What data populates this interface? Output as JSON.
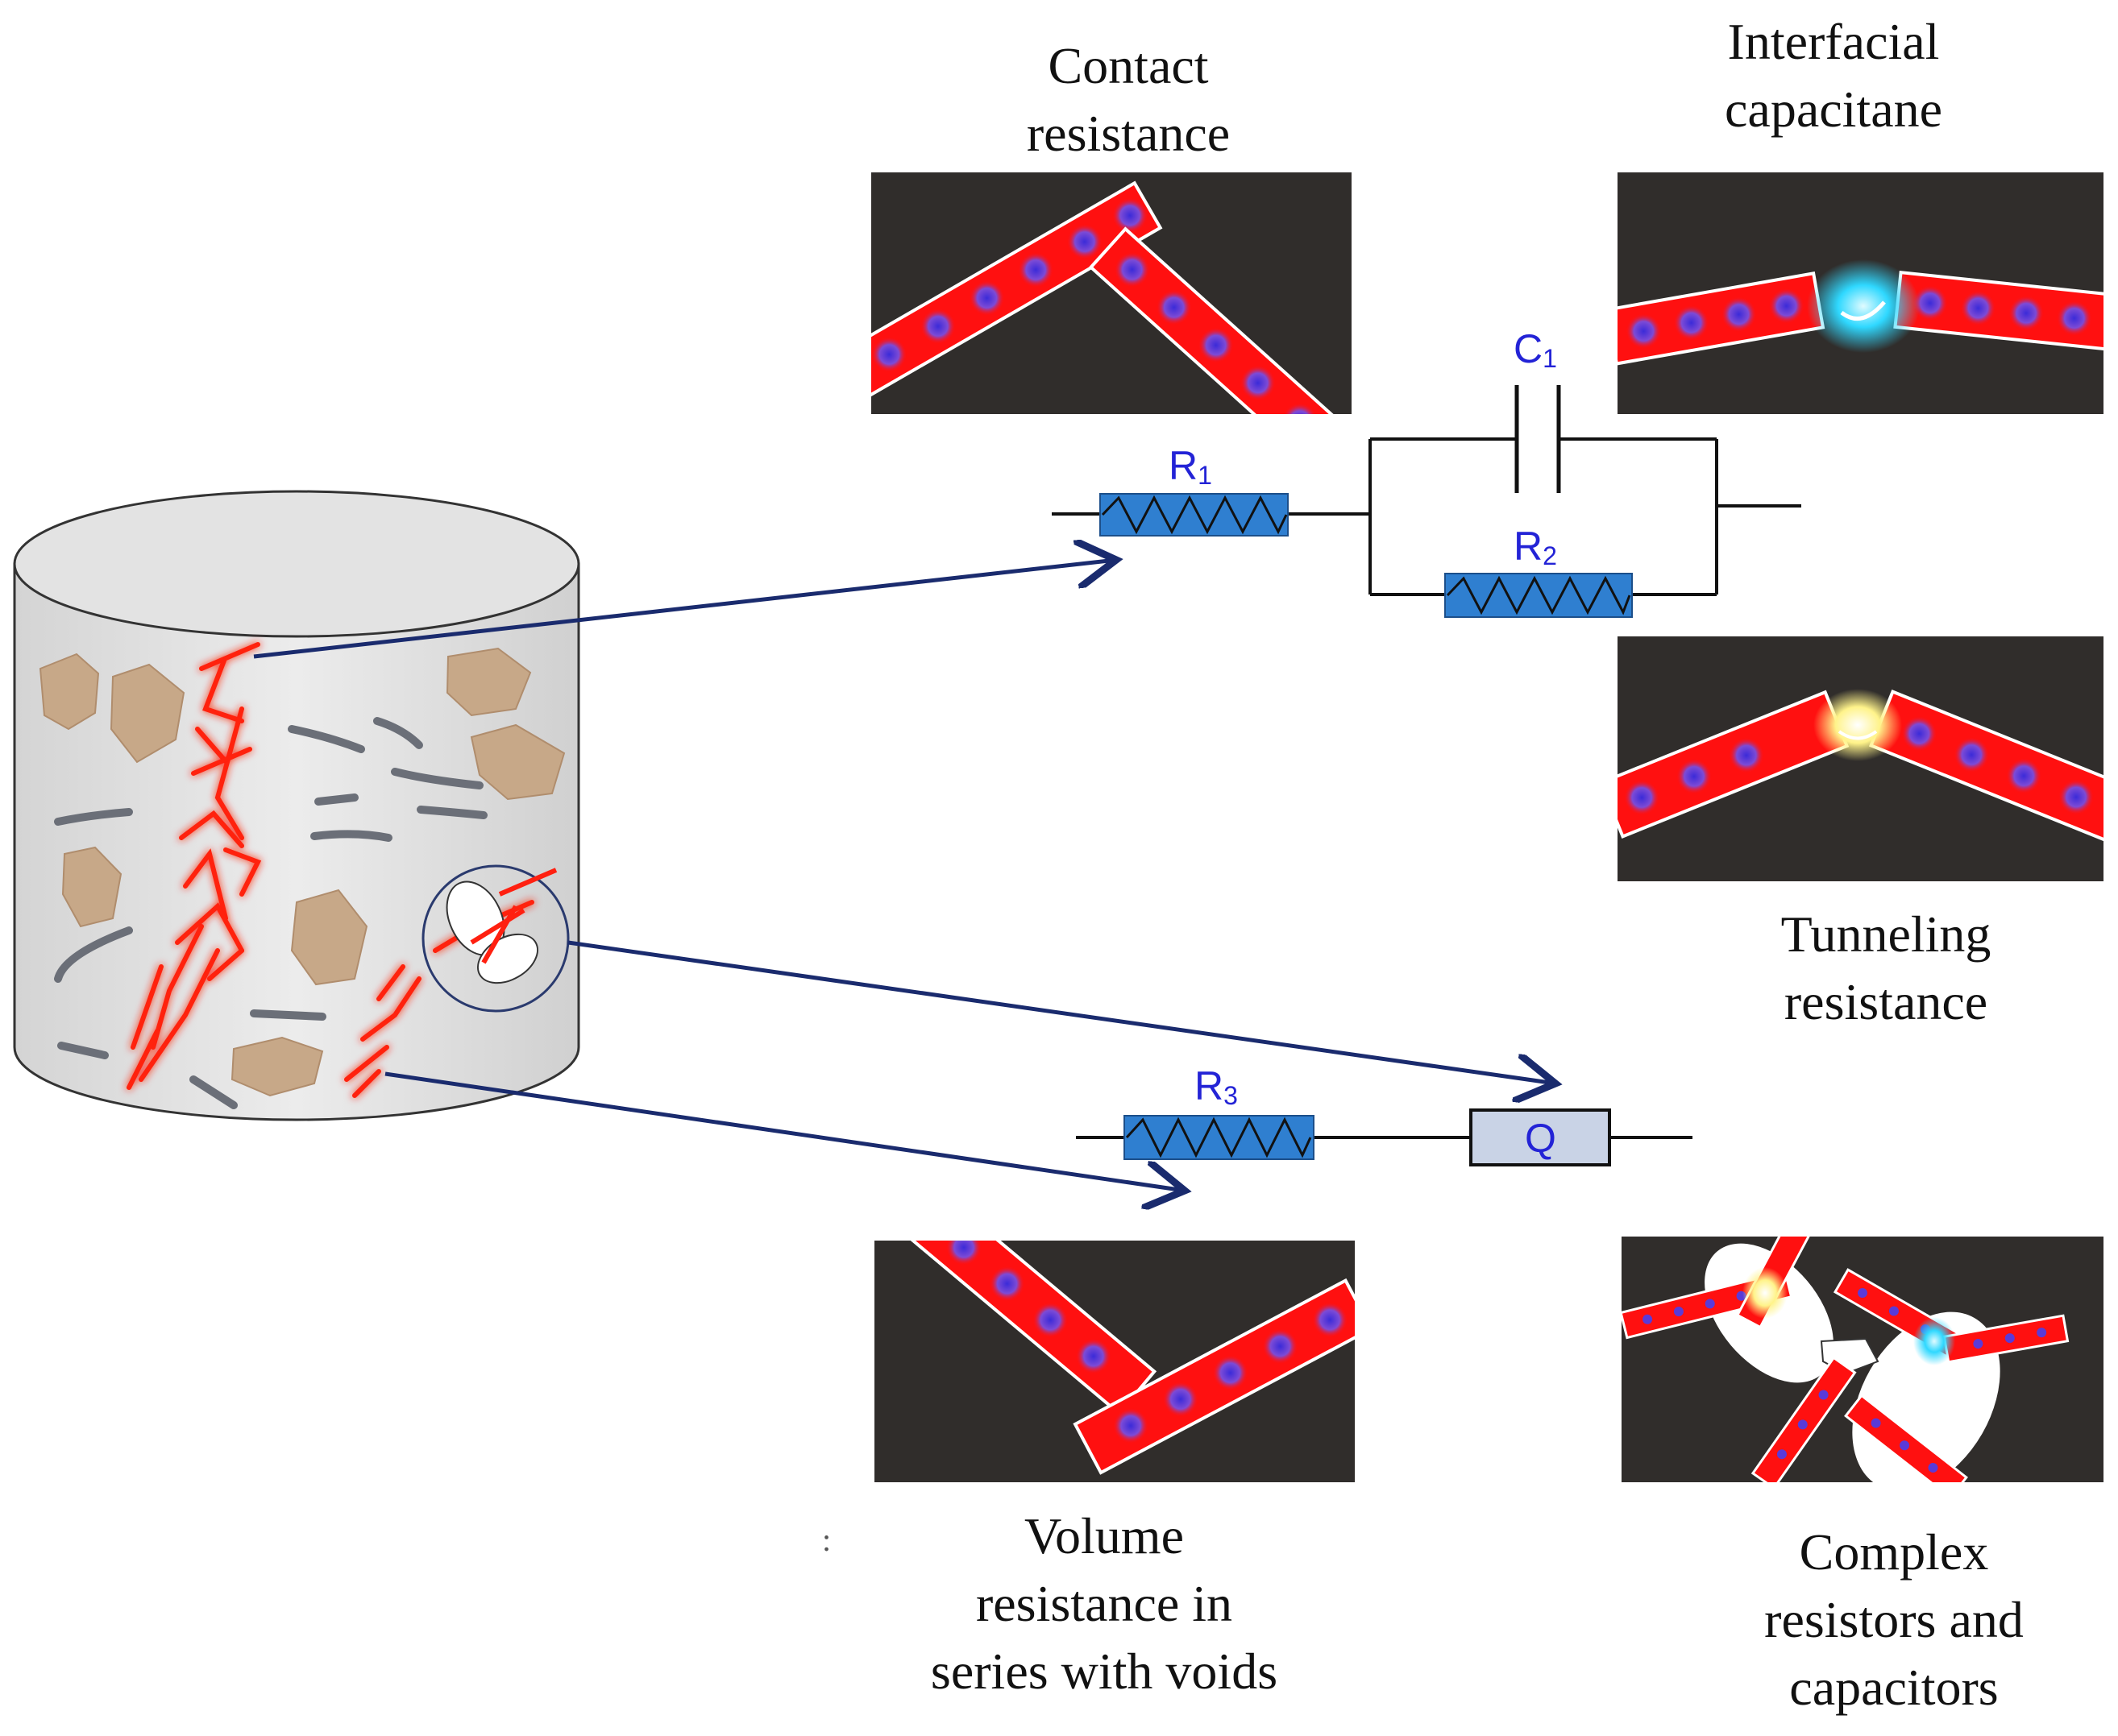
{
  "captions": {
    "contact": "Contact\nresistance",
    "interfacial": "Interfacial\ncapacitane",
    "tunneling": "Tunneling\nresistance",
    "volume": "Volume\nresistance in\nseries with voids",
    "complex": "Complex\nresistors and\ncapacitors",
    "stray_mark": ":"
  },
  "circuit": {
    "r1": "R1",
    "r2": "R2",
    "r3": "R3",
    "c1": "C1",
    "q": "Q",
    "subscript_r1": "1",
    "subscript_r2": "2",
    "subscript_r3": "3",
    "subscript_c1": "1"
  },
  "colors": {
    "fiber": "#ff1010",
    "panel": "#302d2b",
    "resistor": "#2f7fd0",
    "q_box": "#c9d3e6",
    "arrow": "#1a2b6e",
    "label_blue": "#2323d6",
    "glow_blue": "#2fd8ff",
    "glow_yellow": "#fff7a0"
  },
  "icons": [
    "cylinder-specimen-icon",
    "aggregate-icon",
    "steel-fiber-icon",
    "carbon-fiber-icon",
    "void-icon",
    "resistor-icon",
    "capacitor-icon",
    "cpe-icon",
    "arrow-icon"
  ]
}
